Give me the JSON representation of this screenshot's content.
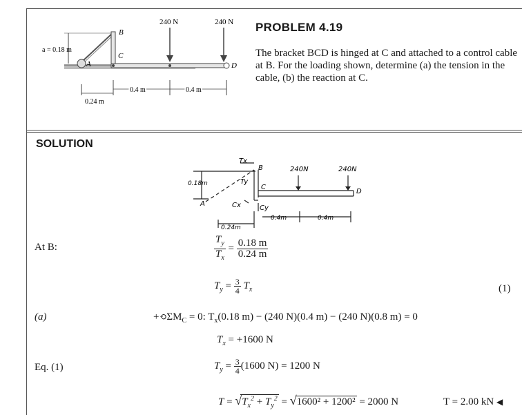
{
  "problem": {
    "title": "PROBLEM 4.19",
    "text": "The bracket BCD is hinged at C and attached to a control cable at B. For the loading shown, determine (a) the tension in the cable, (b) the reaction at C.",
    "figure": {
      "load_1": "240 N",
      "load_2": "240 N",
      "a_label": "a = 0.18 m",
      "label_B": "B",
      "label_C": "C",
      "label_A": "A",
      "label_D": "D",
      "dim_1": "0.4 m",
      "dim_2": "0.4 m",
      "dim_3": "0.24 m"
    }
  },
  "solution": {
    "title": "SOLUTION",
    "sketch": {
      "Tx": "Tx",
      "Ty": "Ty",
      "B": "B",
      "C": "C",
      "A": "A",
      "D": "D",
      "Cx": "Cx",
      "Cy": "Cy",
      "load_1": "240N",
      "load_2": "240N",
      "h": "0.18m",
      "base": "0.24m",
      "d1": "0.4m",
      "d2": "0.4m"
    },
    "at_b_label": "At B:",
    "ratio_num": "0.18 m",
    "ratio_den": "0.24 m",
    "eq1_tag": "(1)",
    "part_a_label": "(a)",
    "moment_lhs": "ΣM",
    "moment_rhs": ": T",
    "moment_rest": "(0.18 m) − (240 N)(0.4 m) − (240 N)(0.8 m) = 0",
    "tx_result": "= +1600 N",
    "eq1_label": "Eq. (1)",
    "ty_result": "(1600 N) = 1200 N",
    "t_magnitude": "= 2000 N",
    "t_radicand": "1600² + 1200²",
    "final_answer": "T = 2.00 kN"
  }
}
